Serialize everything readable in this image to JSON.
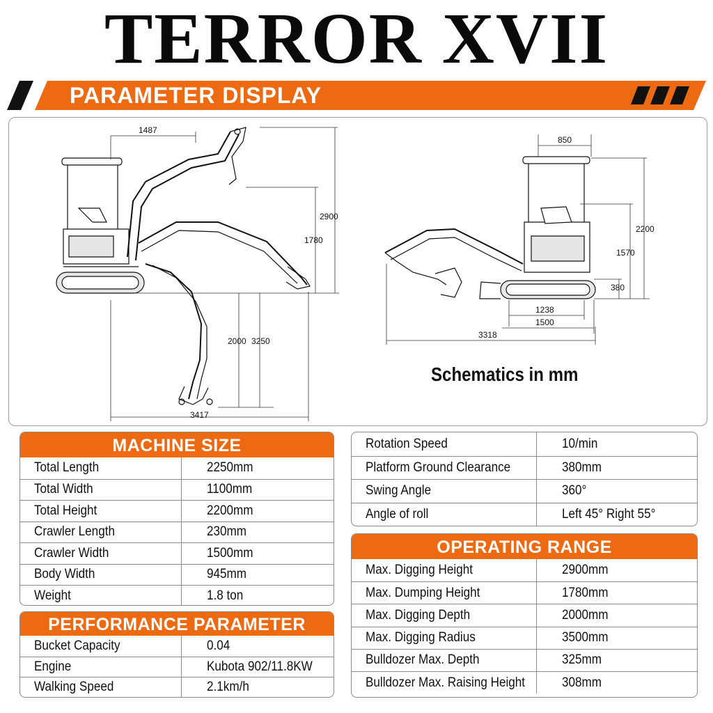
{
  "header": {
    "title": "TERROR XVII",
    "banner": "PARAMETER DISPLAY"
  },
  "schematic": {
    "caption": "Schematics in mm",
    "dims": {
      "d1487": "1487",
      "d2900": "2900",
      "d1780": "1780",
      "d2000": "2000",
      "d3250": "3250",
      "d3417": "3417",
      "d850": "850",
      "d2200": "2200",
      "d1570": "1570",
      "d380": "380",
      "d1238": "1238",
      "d1500": "1500",
      "d3318": "3318"
    }
  },
  "machine_size": {
    "title": "MACHINE SIZE",
    "rows": [
      {
        "label": "Total Length",
        "value": "2250mm"
      },
      {
        "label": "Total Width",
        "value": "1100mm"
      },
      {
        "label": "Total Height",
        "value": "2200mm"
      },
      {
        "label": "Crawler Length",
        "value": "230mm"
      },
      {
        "label": "Crawler Width",
        "value": "1500mm"
      },
      {
        "label": "Body Width",
        "value": "945mm"
      },
      {
        "label": "Weight",
        "value": "1.8 ton"
      }
    ]
  },
  "performance": {
    "title": "PERFORMANCE  PARAMETER",
    "rows": [
      {
        "label": "Bucket Capacity",
        "value": "0.04"
      },
      {
        "label": "Engine",
        "value": "Kubota 902/11.8KW"
      },
      {
        "label": "Walking Speed",
        "value": "2.1km/h"
      }
    ]
  },
  "misc": {
    "rows": [
      {
        "label": "Rotation Speed",
        "value": "10/min"
      },
      {
        "label": "Platform Ground Clearance",
        "value": "380mm"
      },
      {
        "label": "Swing Angle",
        "value": "360°"
      },
      {
        "label": "Angle of roll",
        "value": "Left 45° Right 55°"
      }
    ]
  },
  "operating_range": {
    "title": "OPERATING RANGE",
    "rows": [
      {
        "label": "Max. Digging Height",
        "value": "2900mm"
      },
      {
        "label": "Max. Dumping Height",
        "value": "1780mm"
      },
      {
        "label": "Max. Digging Depth",
        "value": "2000mm"
      },
      {
        "label": "Max. Digging Radius",
        "value": "3500mm"
      },
      {
        "label": "Bulldozer Max. Depth",
        "value": "325mm"
      },
      {
        "label": "Bulldozer Max. Raising Height",
        "value": "308mm"
      }
    ]
  },
  "colors": {
    "accent_orange": "#ee6a12",
    "text_dark": "#111111",
    "border_gray": "#8a8a8a"
  }
}
